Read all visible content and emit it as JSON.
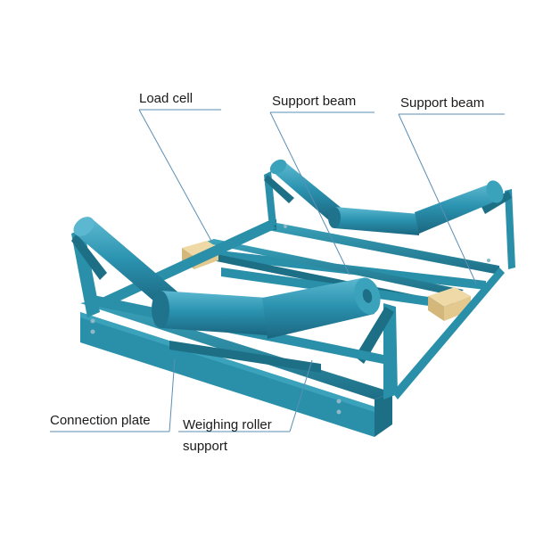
{
  "labels": {
    "load_cell": "Load cell",
    "support_beam_1": "Support beam",
    "support_beam_2": "Support beam",
    "connection_plate": "Connection plate",
    "weighing_roller_line1": "Weighing roller",
    "weighing_roller_line2": "support"
  },
  "colors": {
    "frame": "#2a8fa8",
    "frame_dark": "#1d6f86",
    "roller": "#2b93b0",
    "roller_dark": "#1f738c",
    "roller_light": "#5cb8d0",
    "load_cell": "#e3c98e",
    "leader_line": "#5a8fb5",
    "text": "#1a1a1a"
  }
}
